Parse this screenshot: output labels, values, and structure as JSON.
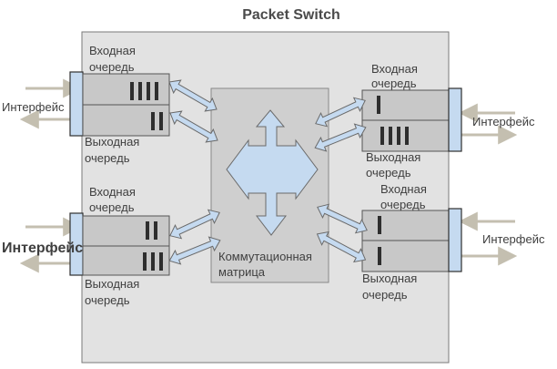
{
  "title": "Packet Switch",
  "labels": {
    "input_queue_line1": "Входная",
    "input_queue_line2": "очередь",
    "output_queue_line1": "Выходная",
    "output_queue_line2": "очередь",
    "interface": "Интерфейс",
    "matrix_line1": "Коммутационная",
    "matrix_line2": "матрица"
  },
  "ports": [
    {
      "position": "top-left",
      "input_packets": 4,
      "output_packets": 2
    },
    {
      "position": "bottom-left",
      "input_packets": 2,
      "output_packets": 3
    },
    {
      "position": "top-right",
      "input_packets": 1,
      "output_packets": 4
    },
    {
      "position": "bottom-right",
      "input_packets": 1,
      "output_packets": 1
    }
  ],
  "colors": {
    "box": "#e2e2e2",
    "port_accent": "#c5daf0",
    "queue": "#c8c8c8",
    "external_arrow": "#c4bfb0"
  }
}
